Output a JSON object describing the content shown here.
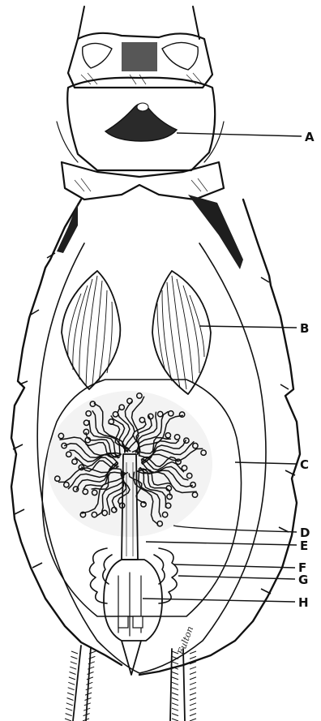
{
  "figure": {
    "labels": {
      "a": "A",
      "b": "B",
      "c": "C",
      "d": "D",
      "e": "E",
      "f": "F",
      "g": "G",
      "h": "H"
    },
    "signature": "Fulton"
  }
}
